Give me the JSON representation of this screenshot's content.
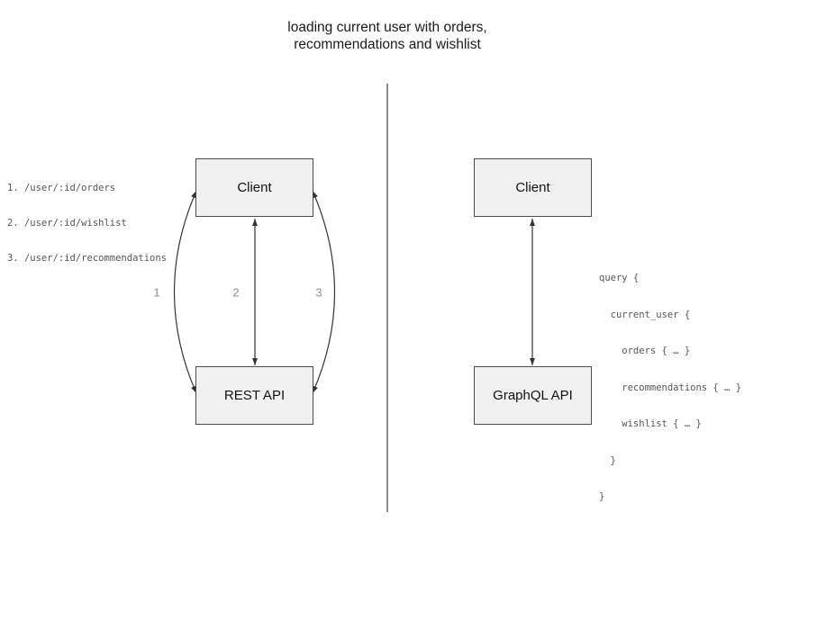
{
  "title": {
    "line1": "loading current user with orders,",
    "line2": "recommendations and wishlist"
  },
  "rest_panel": {
    "endpoints": [
      "1. /user/:id/orders",
      "2. /user/:id/wishlist",
      "3. /user/:id/recommendations"
    ],
    "client_box": "Client",
    "api_box": "REST API",
    "arrow_labels": [
      "1",
      "2",
      "3"
    ]
  },
  "graphql_panel": {
    "client_box": "Client",
    "api_box": "GraphQL API",
    "query_lines": [
      "query {",
      "  current_user {",
      "    orders { … }",
      "    recommendations { … }",
      "    wishlist { … }",
      "  }",
      "}"
    ]
  },
  "colors": {
    "background": "#ffffff",
    "box_fill": "#f0f0f0",
    "box_border": "#4c4c4c",
    "arrow": "#333333",
    "divider": "#666666",
    "mono_text": "#555555",
    "arrow_label": "#8c8c8c",
    "title_text": "#1a1a1a"
  }
}
